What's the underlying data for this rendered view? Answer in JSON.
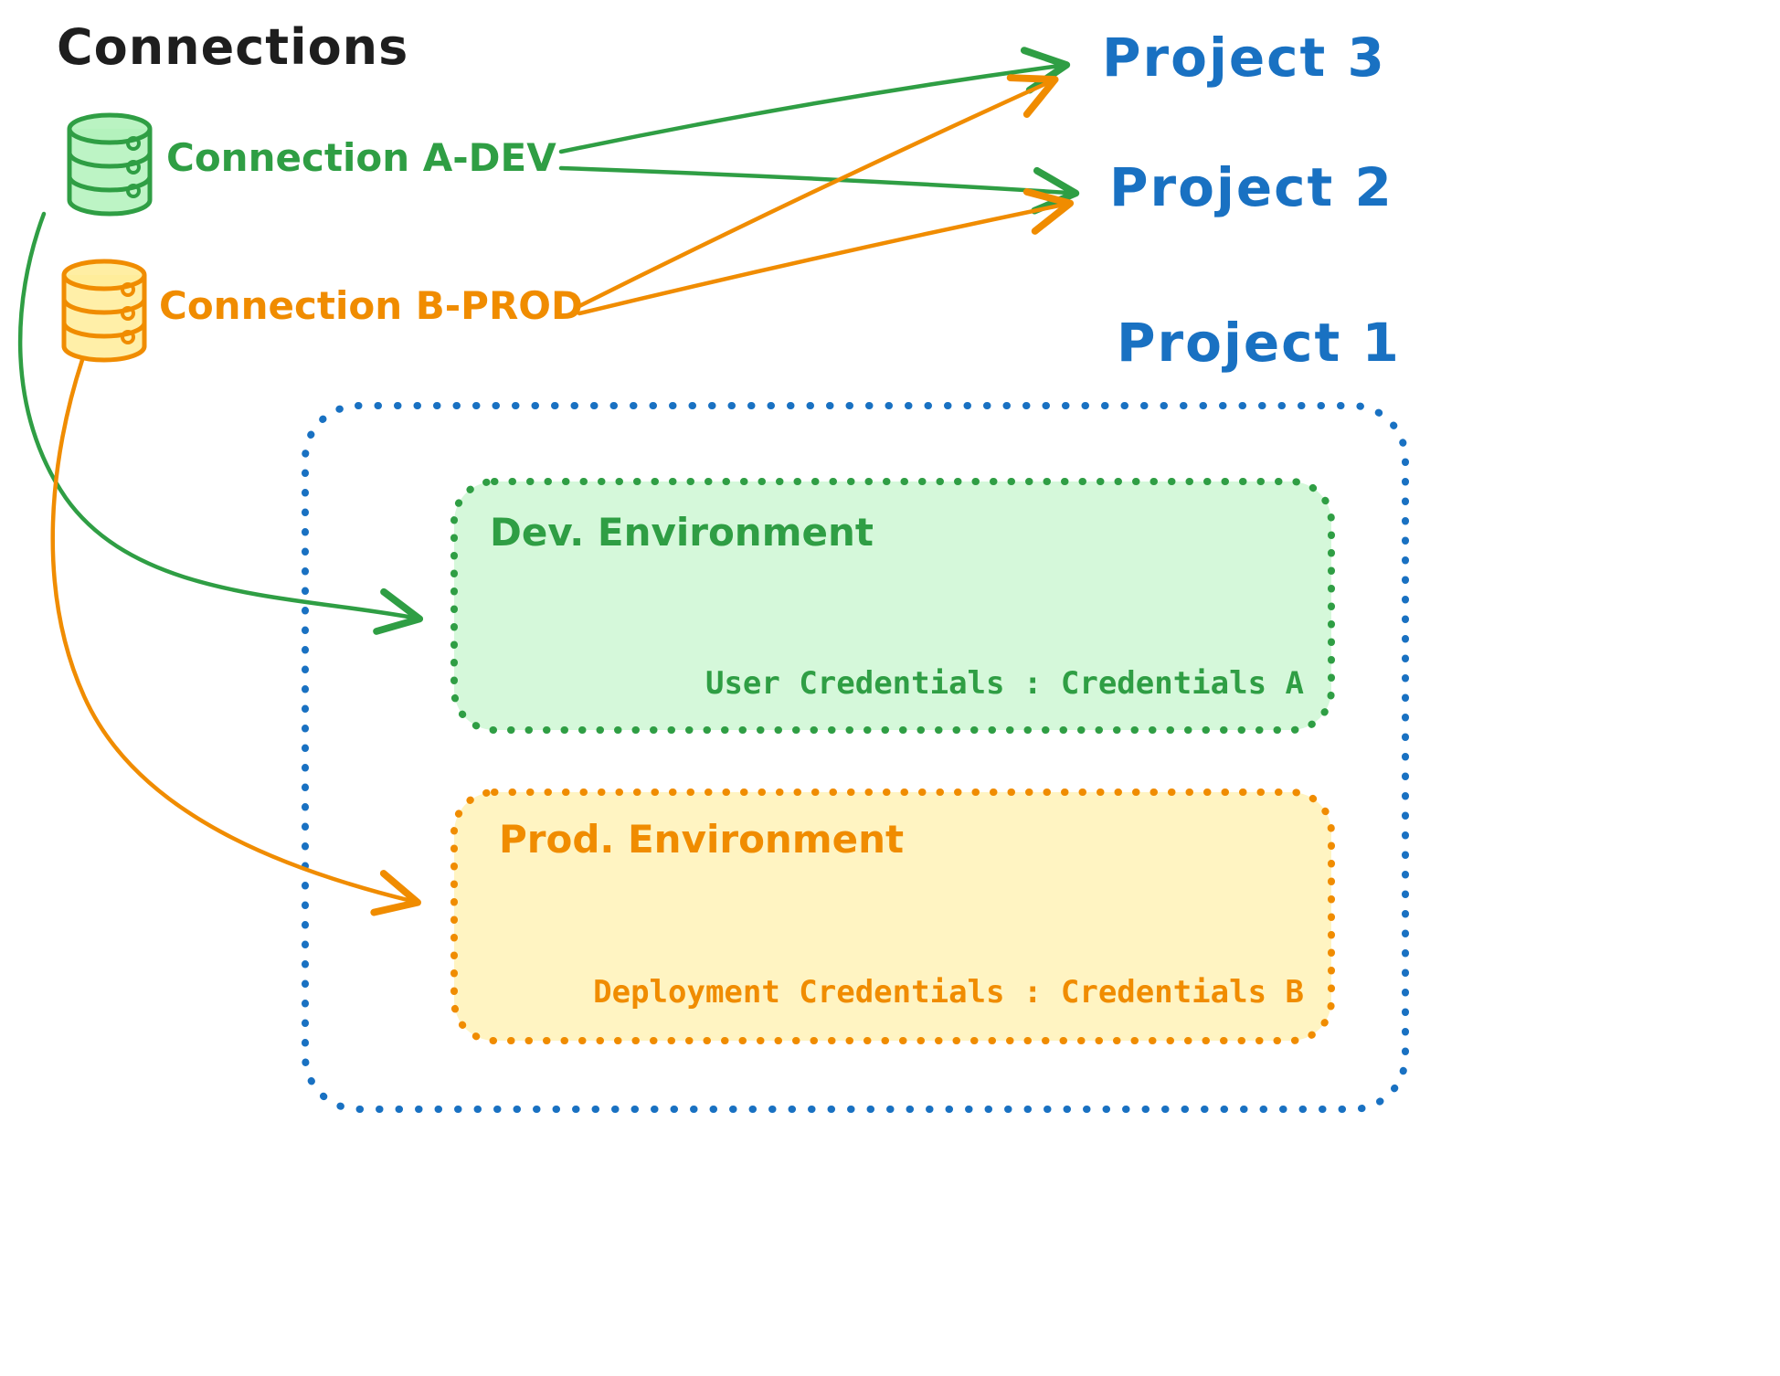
{
  "title": "Connections",
  "connections": [
    {
      "label": "Connection A-DEV",
      "color": "#2f9e44"
    },
    {
      "label": "Connection B-PROD",
      "color": "#f08c00"
    }
  ],
  "projects": [
    {
      "label": "Project 3"
    },
    {
      "label": "Project 2"
    },
    {
      "label": "Project 1"
    }
  ],
  "project1_box": {
    "environments": [
      {
        "name": "Dev. Environment",
        "credentials": "User Credentials : Credentials A",
        "accent": "#2f9e44",
        "fill": "#b2f2bb"
      },
      {
        "name": "Prod. Environment",
        "credentials": "Deployment Credentials : Credentials B",
        "accent": "#f08c00",
        "fill": "#ffec99"
      }
    ]
  },
  "colors": {
    "ink": "#1e1e1e",
    "green": "#2f9e44",
    "green_fill": "#b2f2bb",
    "orange": "#f08c00",
    "orange_fill": "#ffec99",
    "blue": "#1971c2"
  }
}
